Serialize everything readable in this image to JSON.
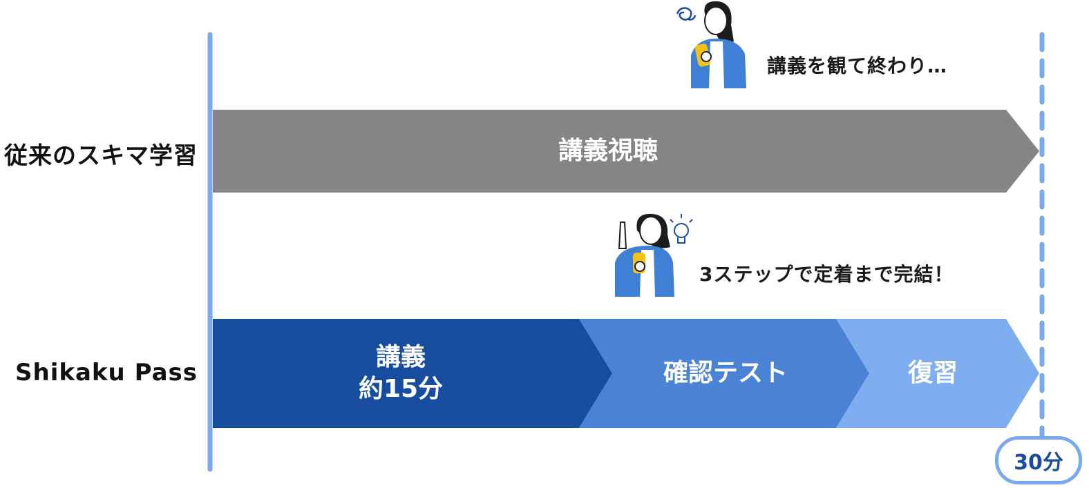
{
  "rows": {
    "conventional": {
      "label": "従来のスキマ学習",
      "bar_label": "講義視聴",
      "bubble": "講義を観て終わり…"
    },
    "shikaku": {
      "label": "Shikaku Pass",
      "bubble": "3ステップで定着まで完結！",
      "steps": [
        {
          "line1": "講義",
          "line2": "約15分"
        },
        {
          "line1": "確認テスト"
        },
        {
          "line1": "復習"
        }
      ]
    }
  },
  "end_marker": "30分",
  "colors": {
    "conventional_bar": "#858585",
    "step1": "#174c9e",
    "step2": "#4a82d6",
    "step3": "#7eaef0",
    "axis": "#7aa9ee",
    "badge_text": "#1a4b9f"
  },
  "icons": [
    "confused-woman-icon",
    "idea-woman-icon",
    "dizzy-scribble-icon",
    "lightbulb-icon"
  ]
}
